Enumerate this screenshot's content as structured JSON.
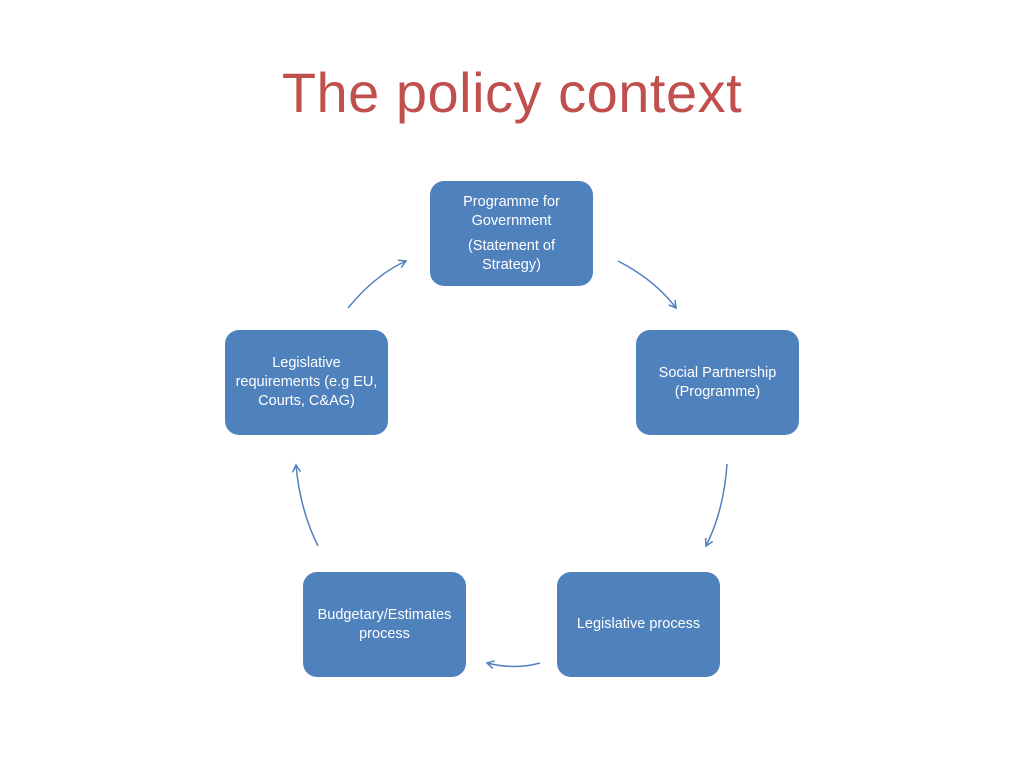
{
  "slide": {
    "title": "The policy context"
  },
  "nodes": {
    "programme_for_government": {
      "line1": "Programme for Government",
      "line2": "(Statement of Strategy)"
    },
    "social_partnership": {
      "line1": "Social Partnership (Programme)"
    },
    "legislative_process": {
      "line1": "Legislative process"
    },
    "budgetary_estimates": {
      "line1": "Budgetary/Estimates process"
    },
    "legislative_requirements": {
      "line1": "Legislative requirements (e.g EU, Courts, C&AG)"
    }
  },
  "colors": {
    "title": "#c0504d",
    "node_fill": "#4f81bd",
    "arrow": "#4f81bd"
  }
}
